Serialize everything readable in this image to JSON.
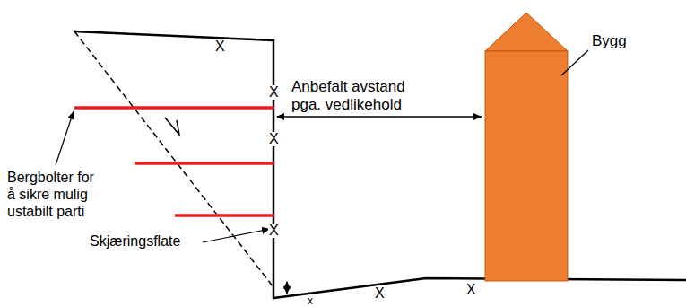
{
  "diagram": {
    "nodes": [
      {
        "text": [
          "Bygg"
        ]
      }
    ],
    "labels": [
      "Anbefalt avstand pga. vedlikehold",
      "Bergbolter for å sikre mulig ustabilt parti",
      "Skjæringsflate",
      "X",
      "X",
      "X",
      "X",
      "x",
      "X",
      "X"
    ]
  }
}
